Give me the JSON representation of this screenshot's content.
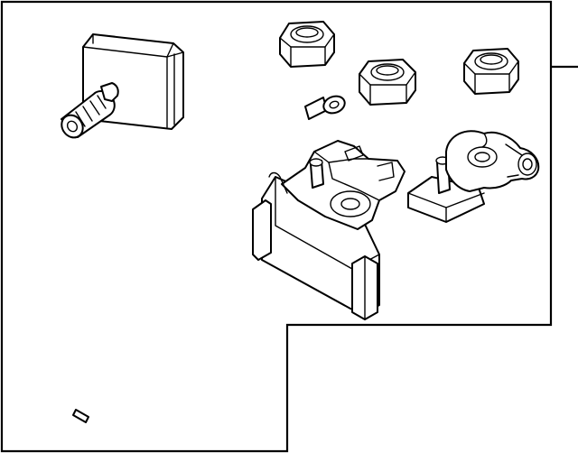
{
  "diagram": {
    "type": "parts-exploded-view",
    "line_color": "#000000",
    "background_color": "#ffffff",
    "parts": [
      {
        "name": "terminal-cover"
      },
      {
        "name": "ground-cable"
      },
      {
        "name": "hex-nut",
        "count": 3
      },
      {
        "name": "positive-terminal-clamp"
      },
      {
        "name": "negative-terminal-clamp"
      }
    ]
  }
}
